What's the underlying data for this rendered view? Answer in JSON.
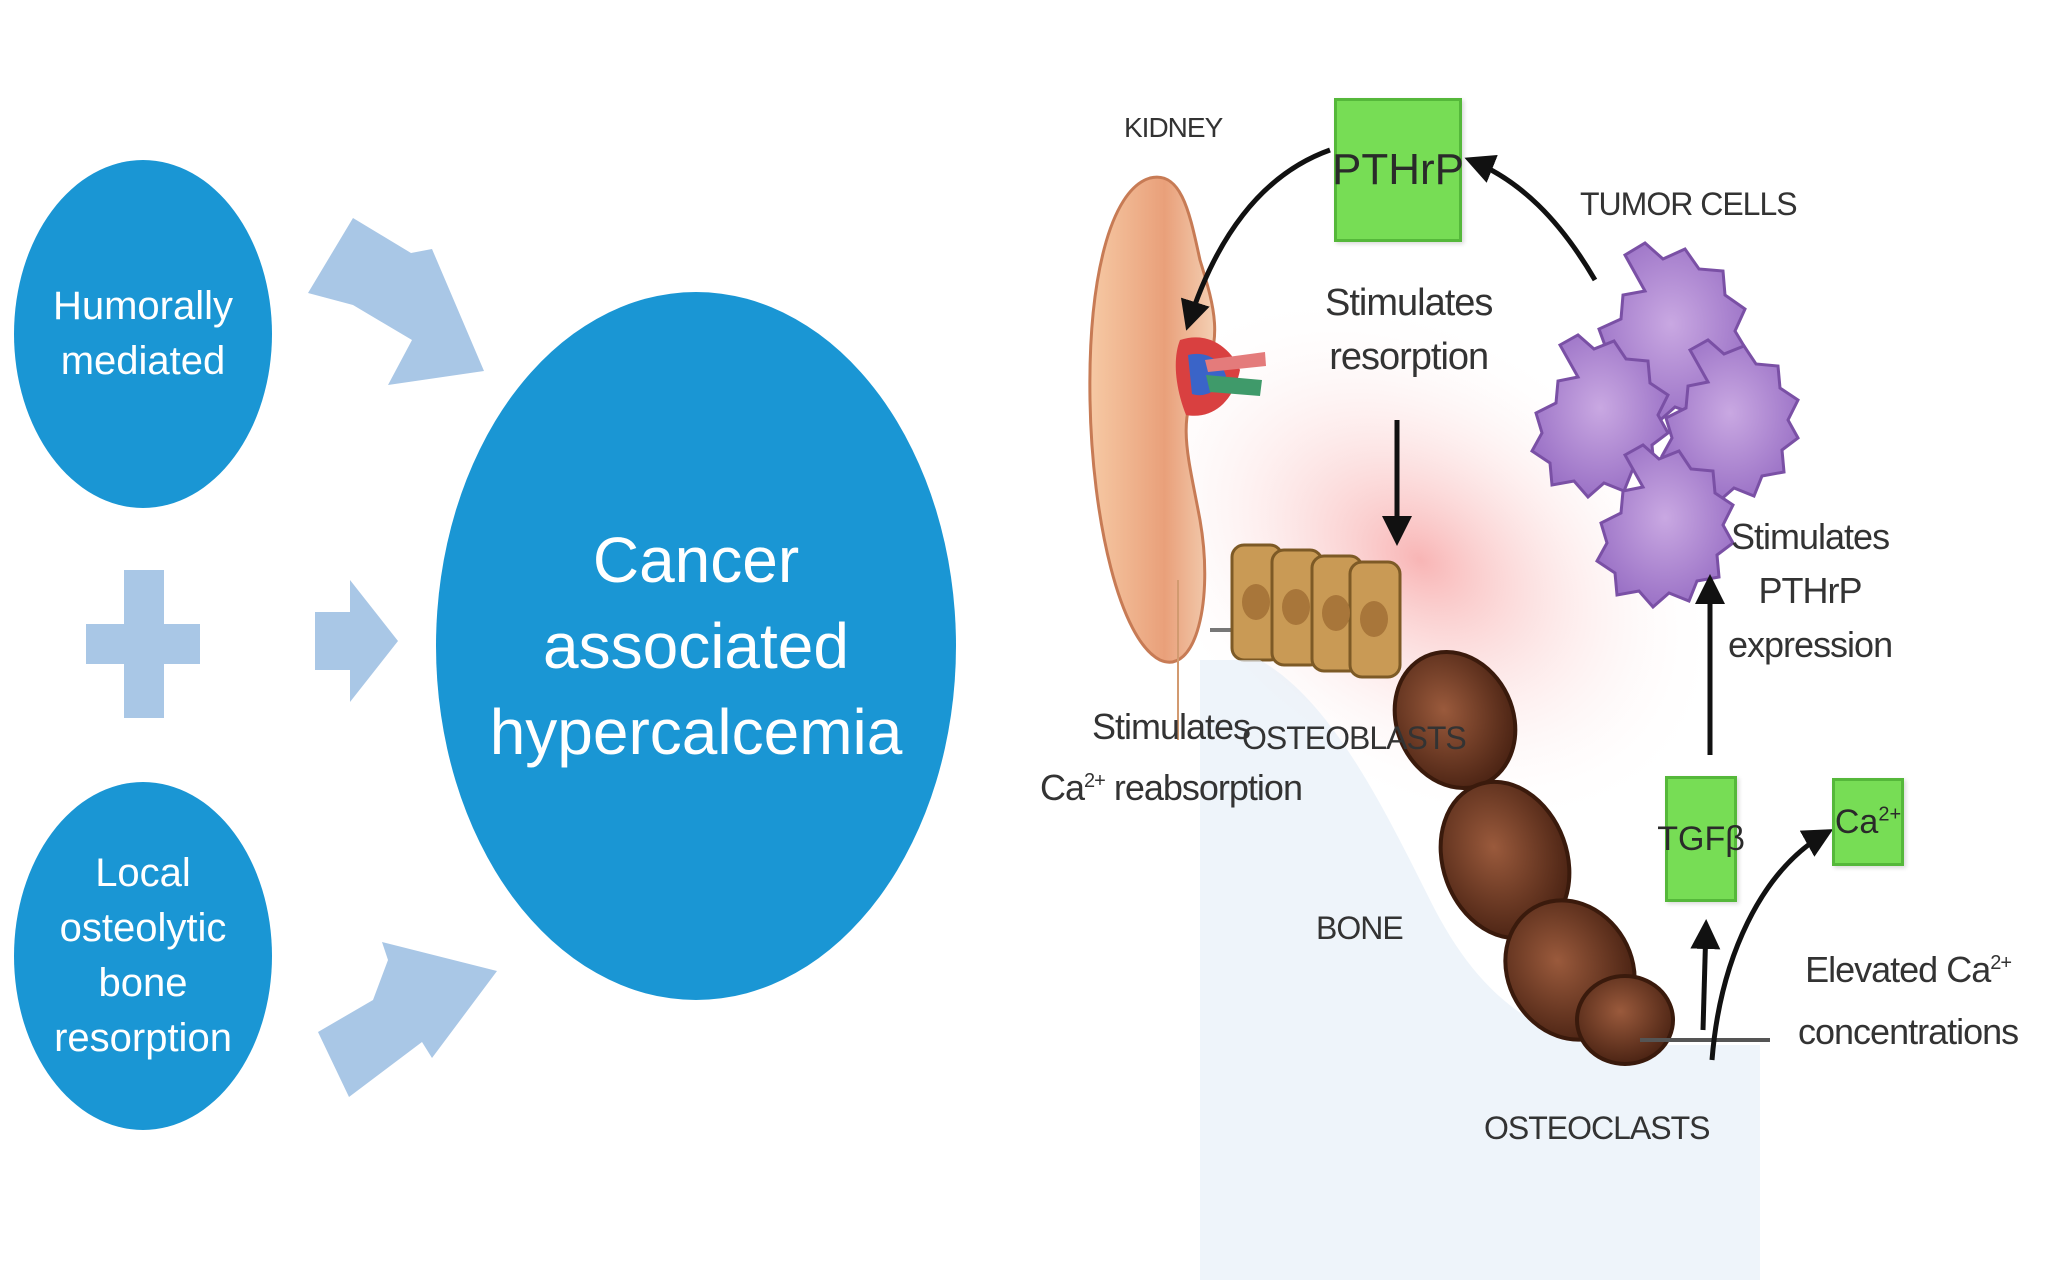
{
  "left_panel": {
    "humoral": {
      "line1": "Humorally",
      "line2": "mediated"
    },
    "local": {
      "line1": "Local",
      "line2": "osteolytic",
      "line3": "bone",
      "line4": "resorption"
    },
    "center": {
      "line1": "Cancer",
      "line2": "associated",
      "line3": "hypercalcemia"
    }
  },
  "right_panel": {
    "kidney": "KIDNEY",
    "pthrp": "PTHrP",
    "tumor_cells": "TUMOR CELLS",
    "stimulates_resorption": {
      "line1": "Stimulates",
      "line2": "resorption"
    },
    "stimulates_pthrp": {
      "line1": "Stimulates",
      "line2": "PTHrP",
      "line3": "expression"
    },
    "stimulates_reabsorption": {
      "line1": "Stimulates",
      "line2_base": "Ca",
      "line2_sup": "2+",
      "line2_rest": " reabsorption"
    },
    "osteoblasts": "OSTEOBLASTS",
    "bone": "BONE",
    "osteoclasts": "OSTEOCLASTS",
    "tgfb": "TGFβ",
    "ca_box": {
      "base": "Ca",
      "sup": "2+"
    },
    "elevated": {
      "line1_base": "Elevated Ca",
      "line1_sup": "2+",
      "line2": "concentrations"
    }
  },
  "colors": {
    "circle": "#1a96d4",
    "arrow": "#a9c7e6",
    "green_box": "#77dd55"
  }
}
